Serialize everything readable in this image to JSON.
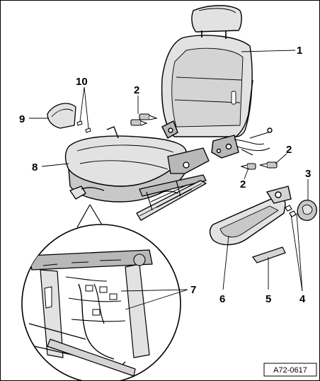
{
  "diagram": {
    "reference_code": "A72-0617",
    "callouts": [
      "1",
      "2",
      "2",
      "2",
      "3",
      "4",
      "5",
      "6",
      "7",
      "8",
      "9",
      "10"
    ]
  },
  "colors": {
    "part_fill": "#e2e2e2",
    "part_dark": "#b8b8b8",
    "stroke": "#000000",
    "background": "#ffffff"
  }
}
